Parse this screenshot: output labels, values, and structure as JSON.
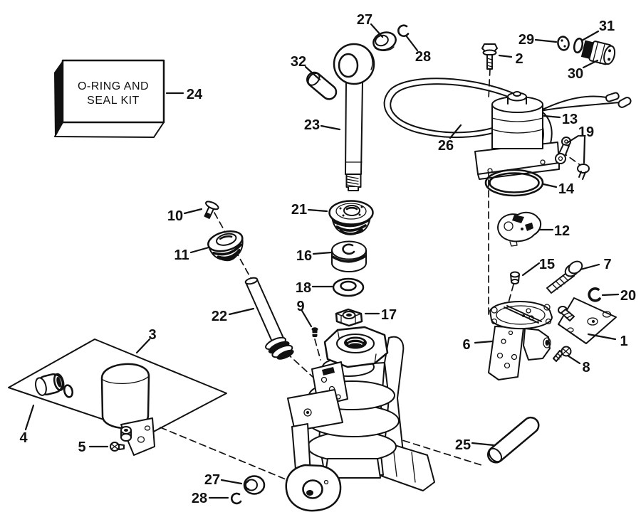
{
  "figure": {
    "type": "exploded parts diagram",
    "subject": "power trim and tilt hydraulic assembly",
    "background_color": "#ffffff",
    "line_color": "#111111",
    "kit_box": {
      "line1": "O-RING AND",
      "line2": "SEAL KIT"
    }
  },
  "callouts": {
    "c1": "1",
    "c2": "2",
    "c3": "3",
    "c4": "4",
    "c5": "5",
    "c6": "6",
    "c7": "7",
    "c8": "8",
    "c9": "9",
    "c10": "10",
    "c11": "11",
    "c12": "12",
    "c13": "13",
    "c14": "14",
    "c15": "15",
    "c16": "16",
    "c17": "17",
    "c18": "18",
    "c19": "19",
    "c20": "20",
    "c21": "21",
    "c22": "22",
    "c23": "23",
    "c24": "24",
    "c25": "25",
    "c26": "26",
    "c27_top": "27",
    "c27_bottom": "27",
    "c28_top": "28",
    "c28_bottom": "28",
    "c29": "29",
    "c30": "30",
    "c31": "31",
    "c32": "32"
  }
}
